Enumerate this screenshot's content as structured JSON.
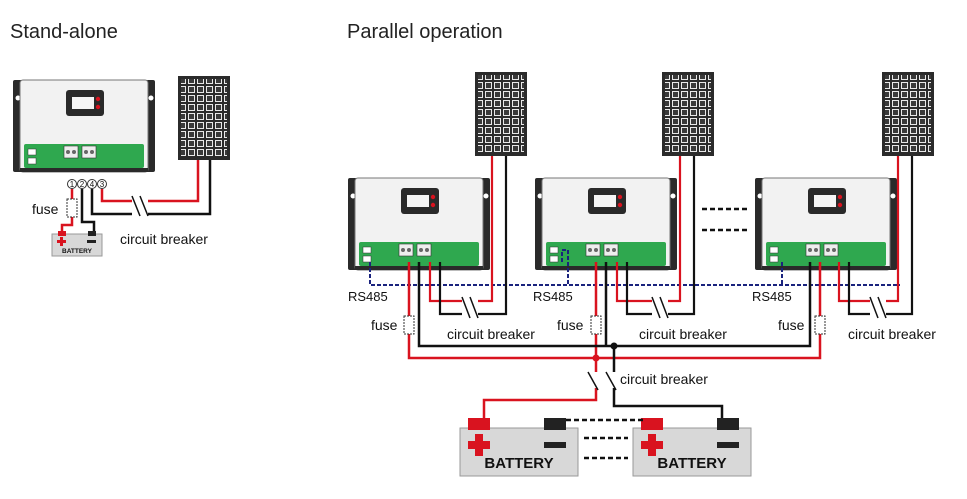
{
  "headings": {
    "stand_alone": "Stand-alone",
    "parallel": "Parallel operation"
  },
  "labels": {
    "fuse": "fuse",
    "circuit_breaker": "circuit breaker",
    "rs485": "RS485",
    "battery": "BATTERY",
    "terminals": [
      "1",
      "2",
      "4",
      "3"
    ]
  },
  "colors": {
    "positive_wire": "#d9131f",
    "negative_wire": "#111111",
    "rs485_link": "#1a237e",
    "pcb": "#2fa84f",
    "battery_case": "#d8d8d8",
    "controller_body": "#f2f2f2",
    "controller_bracket": "#2a2a2a",
    "solar_panel": "#2b2b2b"
  }
}
